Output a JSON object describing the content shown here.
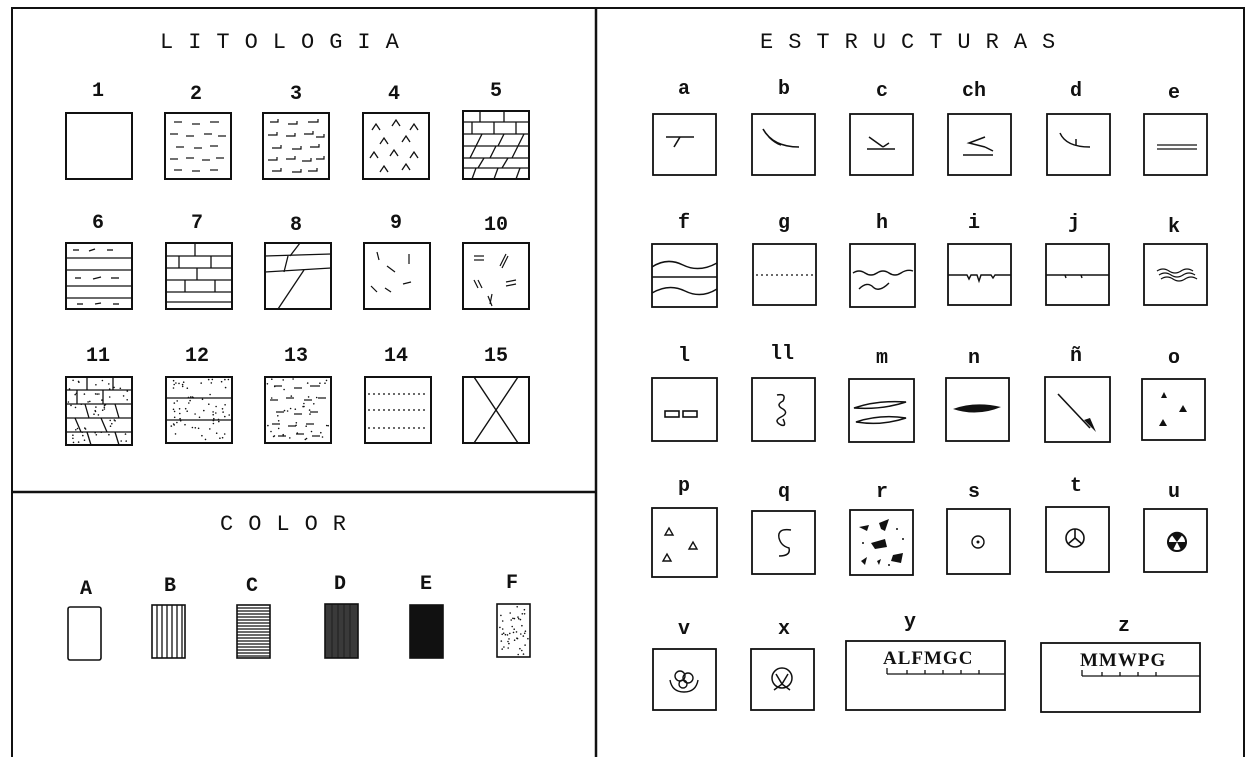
{
  "litologia": {
    "title": "LITOLOGIA",
    "items": [
      "1",
      "2",
      "3",
      "4",
      "5",
      "6",
      "7",
      "8",
      "9",
      "10",
      "11",
      "12",
      "13",
      "14",
      "15"
    ]
  },
  "color": {
    "title": "COLOR",
    "items": [
      "A",
      "B",
      "C",
      "D",
      "E",
      "F"
    ]
  },
  "estructuras": {
    "title": "ESTRUCTURAS",
    "items": [
      "a",
      "b",
      "c",
      "ch",
      "d",
      "e",
      "f",
      "g",
      "h",
      "i",
      "j",
      "k",
      "l",
      "ll",
      "m",
      "n",
      "ñ",
      "o",
      "p",
      "q",
      "r",
      "s",
      "t",
      "u",
      "v",
      "x",
      "y",
      "z"
    ],
    "y_text": "ALFMGC",
    "z_text": "MMWPG"
  }
}
